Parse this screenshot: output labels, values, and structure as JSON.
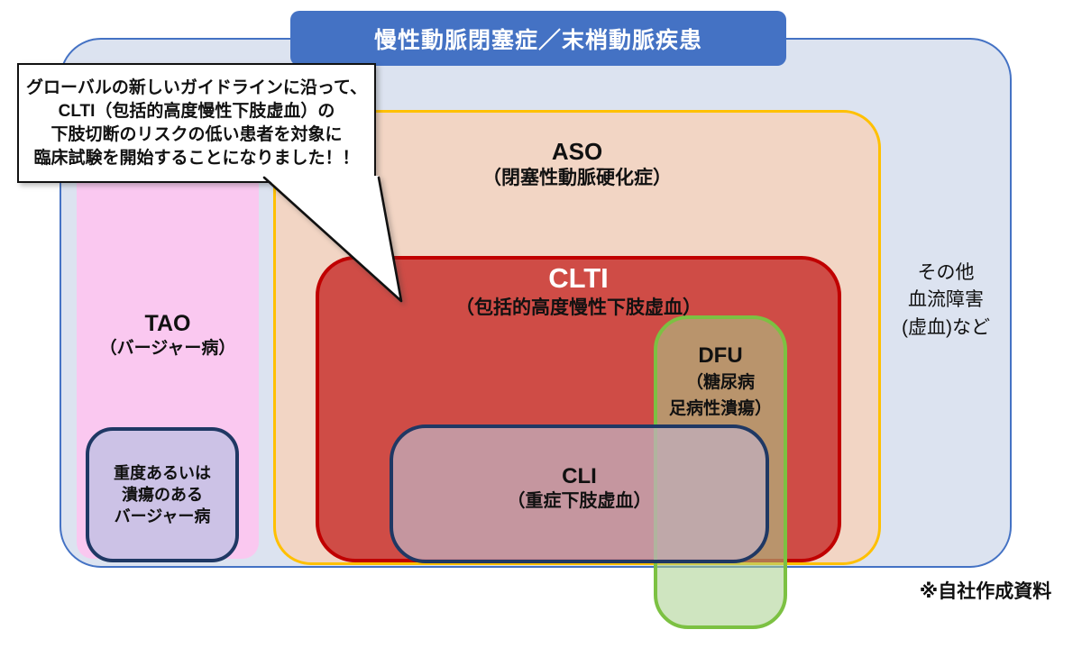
{
  "title_banner": {
    "text": "慢性動脈閉塞症／末梢動脈疾患"
  },
  "speech_bubble": {
    "lines": [
      "グローバルの新しいガイドラインに沿って、",
      "CLTI（包括的高度慢性下肢虚血）の",
      "下肢切断のリスクの低い患者を対象に",
      "臨床試験を開始することになりました！！"
    ]
  },
  "sets": {
    "tao": {
      "name": "TAO",
      "subtitle": "（バージャー病）"
    },
    "aso": {
      "name": "ASO",
      "subtitle": "（閉塞性動脈硬化症）"
    },
    "clti": {
      "name": "CLTI",
      "subtitle": "（包括的高度慢性下肢虚血）"
    },
    "dfu": {
      "name": "DFU",
      "subtitle_line1": "（糖尿病",
      "subtitle_line2": "足病性潰瘍）"
    },
    "cli": {
      "name": "CLI",
      "subtitle": "（重症下肢虚血）"
    },
    "severe_tao": {
      "line1": "重度あるいは",
      "line2": "潰瘍のある",
      "line3": "バージャー病"
    },
    "other_disorders": {
      "line1": "その他",
      "line2": "血流障害",
      "line3": "(虚血)など"
    }
  },
  "footer": {
    "note": "※自社作成資料"
  },
  "colors": {
    "banner_blue": "#4472c4",
    "outer_fill": "#dce3f0",
    "tao_pink": "#fac8f0",
    "aso_fill": "#f2d5c4",
    "aso_border_orange": "#ffc000",
    "clti_fill": "#cf4c46",
    "clti_border_red": "#c00000",
    "dfu_border_green": "#7cc142",
    "cli_border_navy": "#1f3864",
    "severe_fill_purple": "#ccc2e6"
  }
}
